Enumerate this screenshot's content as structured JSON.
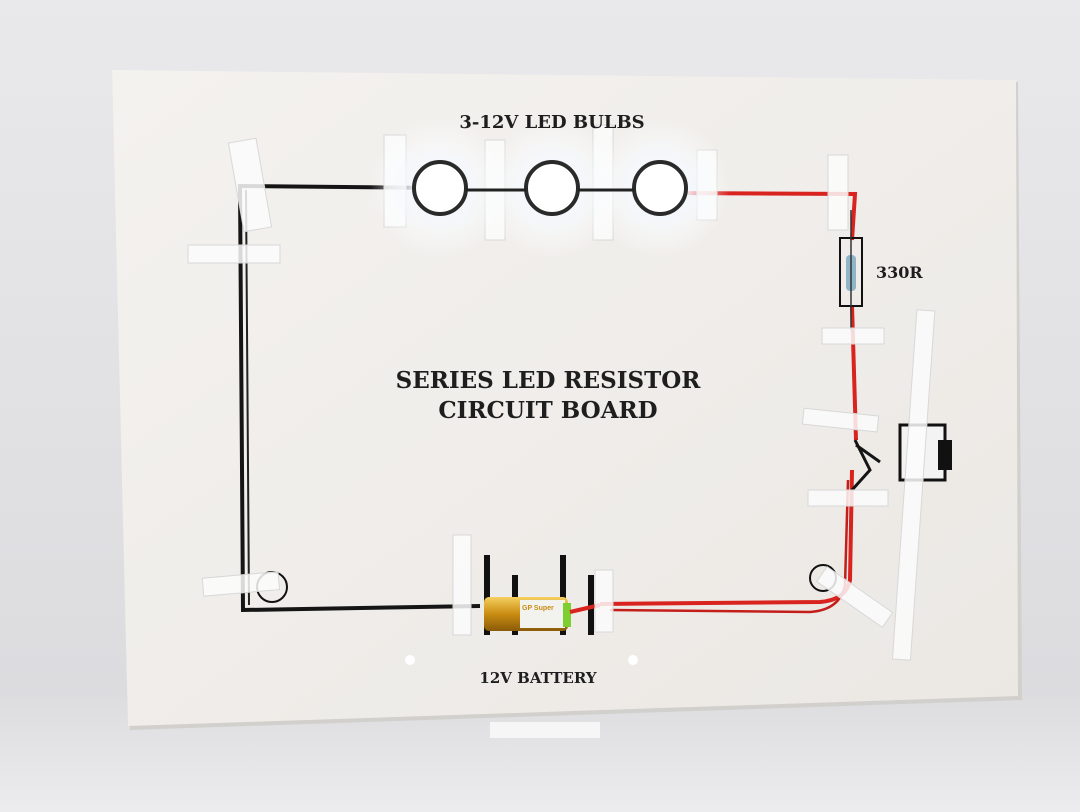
{
  "board": {
    "title_line1": "SERIES LED RESISTOR",
    "title_line2": "CIRCUIT BOARD",
    "led_label": "3-12V LED BULBS",
    "resistor_label": "330R",
    "battery_label": "12V BATTERY"
  },
  "battery_logo": "GP Super",
  "colors": {
    "board": "#f3f1ee",
    "positive_wire": "#d8231f",
    "negative_wire": "#151515",
    "led_glow": "#ffffff",
    "battery_gold": "#d9a21e"
  }
}
